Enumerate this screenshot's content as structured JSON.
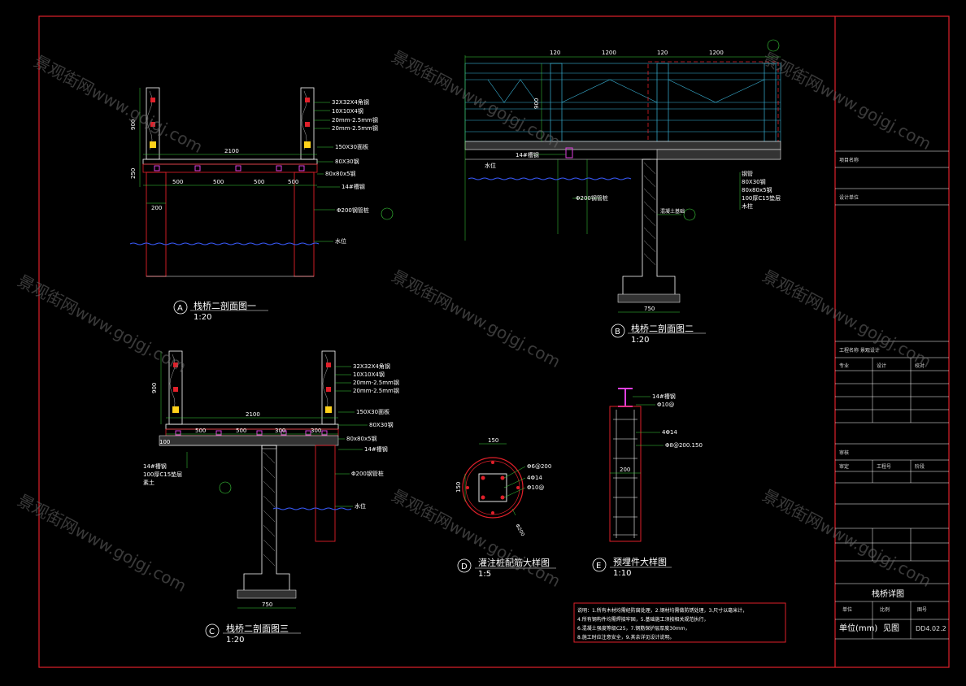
{
  "colors": {
    "background": "#000000",
    "border": "#e0202a",
    "line": "#ffffff",
    "water": "#3a5cff",
    "cyan": "#3ab4d8",
    "green": "#3cd43c",
    "magenta": "#e040e0",
    "yellow": "#ffd21a"
  },
  "section_a": {
    "marker": "A",
    "title": "栈桥二剖面图一",
    "scale": "1:20",
    "labels": [
      "32X32X4角钢",
      "10X10X4钢",
      "20mm-2.5mm钢",
      "20mm-2.5mm钢",
      "150X30面板",
      "80X30钢",
      "80x80x5钢",
      "14#槽钢",
      "Φ200钢管桩"
    ],
    "dims": {
      "width": "2100",
      "h1": "900",
      "h2": "250",
      "spans": [
        "500",
        "500",
        "500",
        "500"
      ],
      "pile": "200"
    },
    "water": "水位"
  },
  "section_b": {
    "marker": "B",
    "title": "栈桥二剖面图二",
    "scale": "1:20",
    "dims": {
      "top": [
        "120",
        "1200",
        "120",
        "1200"
      ],
      "height": "900",
      "base": "750"
    },
    "labels": [
      "14#槽钢",
      "Φ200钢管桩",
      "钢管",
      "80X30钢",
      "80x80x5钢",
      "100厚C15垫层",
      "木柱"
    ],
    "water": "水位",
    "note": "混凝土基础"
  },
  "section_c": {
    "marker": "C",
    "title": "栈桥二剖面图三",
    "scale": "1:20",
    "labels": [
      "32X32X4角钢",
      "10X10X4钢",
      "20mm-2.5mm钢",
      "20mm-2.5mm钢",
      "150X30面板",
      "80X30钢",
      "80x80x5钢",
      "14#槽钢",
      "Φ200钢管桩"
    ],
    "left_labels": [
      "14#槽钢",
      "100厚C15垫层",
      "素土"
    ],
    "dims": {
      "width": "2100",
      "h1": "900",
      "spans": [
        "500",
        "500",
        "300",
        "300"
      ],
      "base": "750",
      "pile": "100"
    },
    "water": "水位"
  },
  "section_d": {
    "marker": "D",
    "title": "灌注桩配筋大样图",
    "scale": "1:5",
    "dims": {
      "w": "150",
      "h": "150",
      "dia": "Φ200"
    },
    "labels": [
      "Φ6@200",
      "4Φ14",
      "Φ10@"
    ]
  },
  "section_e": {
    "marker": "E",
    "title": "预埋件大样图",
    "scale": "1:10",
    "labels": [
      "14#槽钢",
      "Φ10@",
      "4Φ14",
      "Φ8@200.150"
    ],
    "dims": {
      "w": "200"
    }
  },
  "notes": {
    "lines": [
      "说明：1.所有木材均需经防腐处理，2.钢材均需做防锈处理，3.尺寸以毫米计，",
      "4.所有钢构件均需焊接牢固，5.基础施工须按相关规范执行，",
      "6.混凝土强度等级C25，7.钢筋保护层厚度30mm，",
      "8.施工时应注意安全，9.其余详见设计说明。"
    ]
  },
  "title_block": {
    "project_row": "项目名称",
    "drawing_row": "设计单位",
    "rows_top": [
      "工程名称 景观设计",
      "专业",
      "设计",
      "校对"
    ],
    "rows_mid": [
      "审核",
      "审定",
      "工程号",
      "阶段"
    ],
    "drawing_title": "栈桥详图",
    "foot_left": "单位(mm)",
    "foot_mid": "见图",
    "foot_right": "DD4.02.2",
    "foot_heads": [
      "单位",
      "比例",
      "图号"
    ]
  },
  "watermarks": [
    "景观街网www.gojgj.com",
    "景观街网www.gojgj.com",
    "景观街网www.gojgj.com",
    "景观街网www.gojgj.com",
    "景观街网www.gojgj.com",
    "景观街网www.gojgj.com",
    "景观街网www.gojgj.com",
    "景观街网www.gojgj.com",
    "景观街网www.gojgj.com"
  ]
}
